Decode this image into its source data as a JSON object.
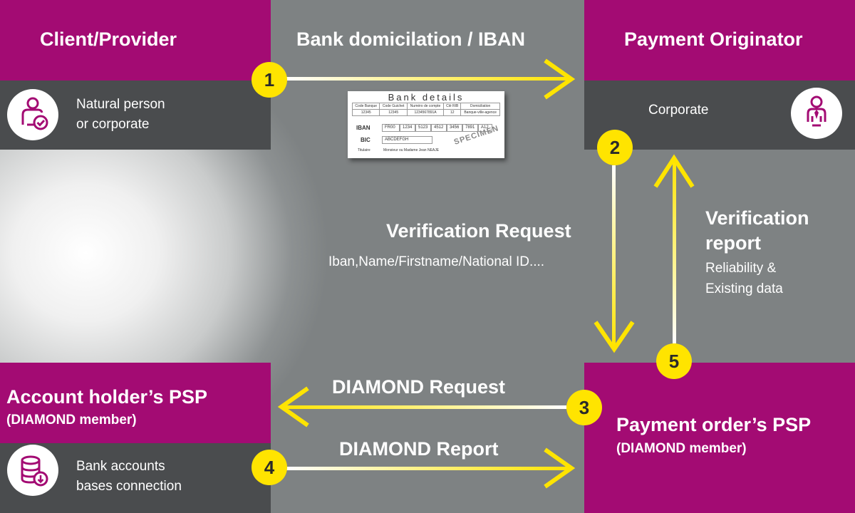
{
  "client_box": {
    "title": "Client/Provider",
    "detail_line1": "Natural person",
    "detail_line2": "or corporate"
  },
  "originator_box": {
    "title": "Payment Originator",
    "detail": "Corporate"
  },
  "account_psp_box": {
    "title": "Account holder’s PSP",
    "subtitle": "(DIAMOND member)",
    "detail_line1": "Bank accounts",
    "detail_line2": "bases connection"
  },
  "order_psp_box": {
    "title": "Payment order’s PSP",
    "subtitle": "(DIAMOND member)"
  },
  "flow_labels": {
    "bank_domiciliation": "Bank domicilation / IBAN",
    "verification_request": "Verification Request",
    "verification_request_detail": "Iban,Name/Firstname/National ID....",
    "verification_report_line1": "Verification",
    "verification_report_line2": "report",
    "verification_report_detail1": "Reliability &",
    "verification_report_detail2": "Existing data",
    "diamond_request": "DIAMOND Request",
    "diamond_report": "DIAMOND Report"
  },
  "steps": [
    "1",
    "2",
    "3",
    "4",
    "5"
  ],
  "bank_card": {
    "title": "Bank details",
    "headers": [
      "Code Banque",
      "Code Guichet",
      "Numéro de compte",
      "Clé RIB",
      "Domiciliation"
    ],
    "values": [
      "12345",
      "12345",
      "1234567891A",
      "12",
      "Banque-ville-agence"
    ],
    "iban_label": "IBAN",
    "iban_parts": [
      "FR00",
      "1234",
      "5123",
      "4512",
      "3456",
      "7891",
      "A12"
    ],
    "bic_label": "BIC",
    "bic_value": "ABCDEFGH",
    "holder_label": "Titulaire",
    "holder_value": "Monsieur ou Madame Jean NEAJE",
    "stamp": "SPECIMEN"
  },
  "colors": {
    "magenta": "#a30b73",
    "dark_panel": "#4a4c4e",
    "background_gray": "#7e8283",
    "step_yellow": "#ffe400"
  },
  "icons": {
    "client": "user-check-icon",
    "originator": "corporate-user-icon",
    "psp": "database-download-icon"
  }
}
